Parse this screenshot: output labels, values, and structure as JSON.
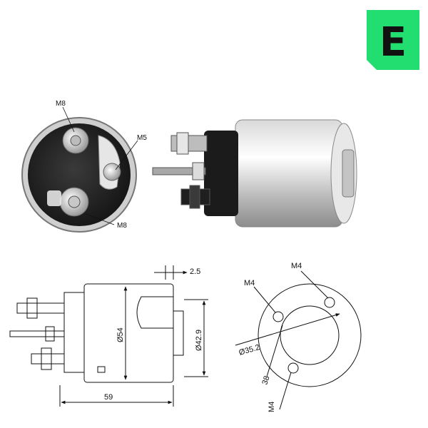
{
  "brand": {
    "logo_letter": "E",
    "logo_color": "#22dd6f"
  },
  "photo_front": {
    "labels": {
      "top_terminal": "M8",
      "side_terminal": "M5",
      "bottom_terminal": "M8"
    }
  },
  "side_drawing": {
    "dims": {
      "gap": "2.5",
      "outer_dia": "Ø54",
      "inner_dia": "Ø42.9",
      "length": "59"
    }
  },
  "flange_drawing": {
    "dims": {
      "hole_top": "M4",
      "hole_left": "M4",
      "hole_bottom": "M4",
      "bolt_circle": "Ø35.2",
      "hole_spacing": "38"
    }
  }
}
